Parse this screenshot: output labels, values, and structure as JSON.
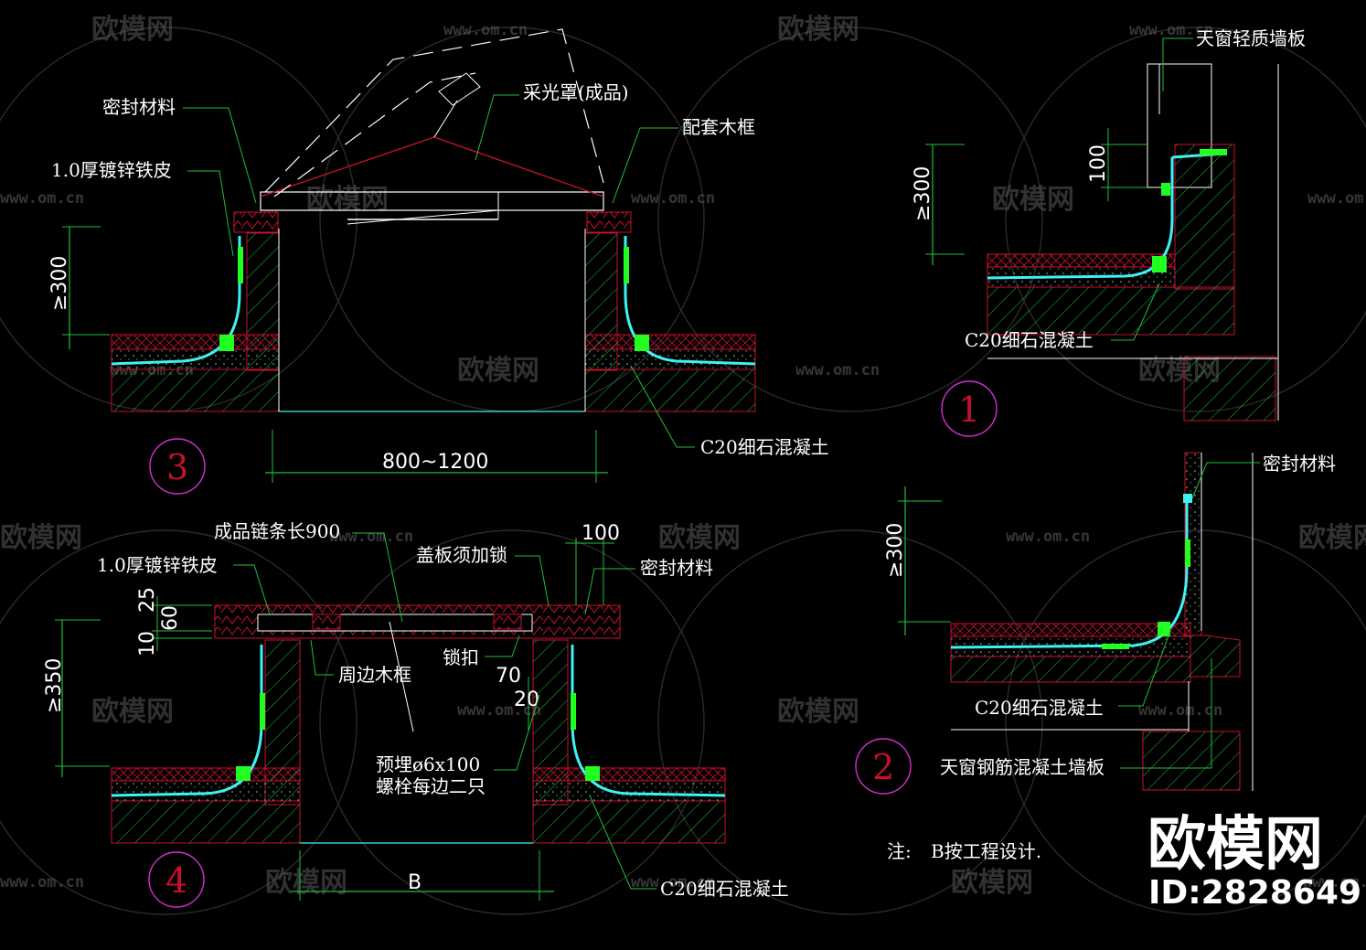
{
  "colors": {
    "background": "#000000",
    "structure_red": "#c8102e",
    "dimension_green": "#1fbf3a",
    "membrane_cyan": "#3ff2f2",
    "seal_green": "#21ff21",
    "text": "#ffffff",
    "circle_magenta": "#d22fd2"
  },
  "sections": {
    "s3": {
      "number": "3",
      "labels": {
        "seal": "密封材料",
        "galv": "1.0厚镀锌铁皮",
        "cover": "采光罩(成品)",
        "frame": "配套木框",
        "concrete": "C20细石混凝土"
      },
      "dims": {
        "height": "≥300",
        "width": "800~1200"
      }
    },
    "s4": {
      "number": "4",
      "labels": {
        "chain": "成品链条长900",
        "galv": "1.0厚镀锌铁皮",
        "lock_cover": "盖板须加锁",
        "seal": "密封材料",
        "frame": "周边木框",
        "latch": "锁扣",
        "bolt1": "预埋ø6x100",
        "bolt2": "螺栓每边二只",
        "concrete": "C20细石混凝土"
      },
      "dims": {
        "d100": "100",
        "d25": "25",
        "d60": "60",
        "d10": "10",
        "height": "≥350",
        "d70": "70",
        "d20": "20",
        "width": "B"
      }
    },
    "s1": {
      "number": "1",
      "labels": {
        "wall": "天窗轻质墙板",
        "concrete": "C20细石混凝土"
      },
      "dims": {
        "height": "≥300",
        "d100": "100"
      }
    },
    "s2": {
      "number": "2",
      "labels": {
        "seal": "密封材料",
        "concrete": "C20细石混凝土",
        "wall": "天窗钢筋混凝土墙板"
      },
      "dims": {
        "height": "≥300"
      }
    }
  },
  "note": {
    "prefix": "注:",
    "text": "B按工程设计."
  },
  "watermark": {
    "brand": "欧模网",
    "url": "www.om.cn",
    "id": "ID:2828649"
  }
}
